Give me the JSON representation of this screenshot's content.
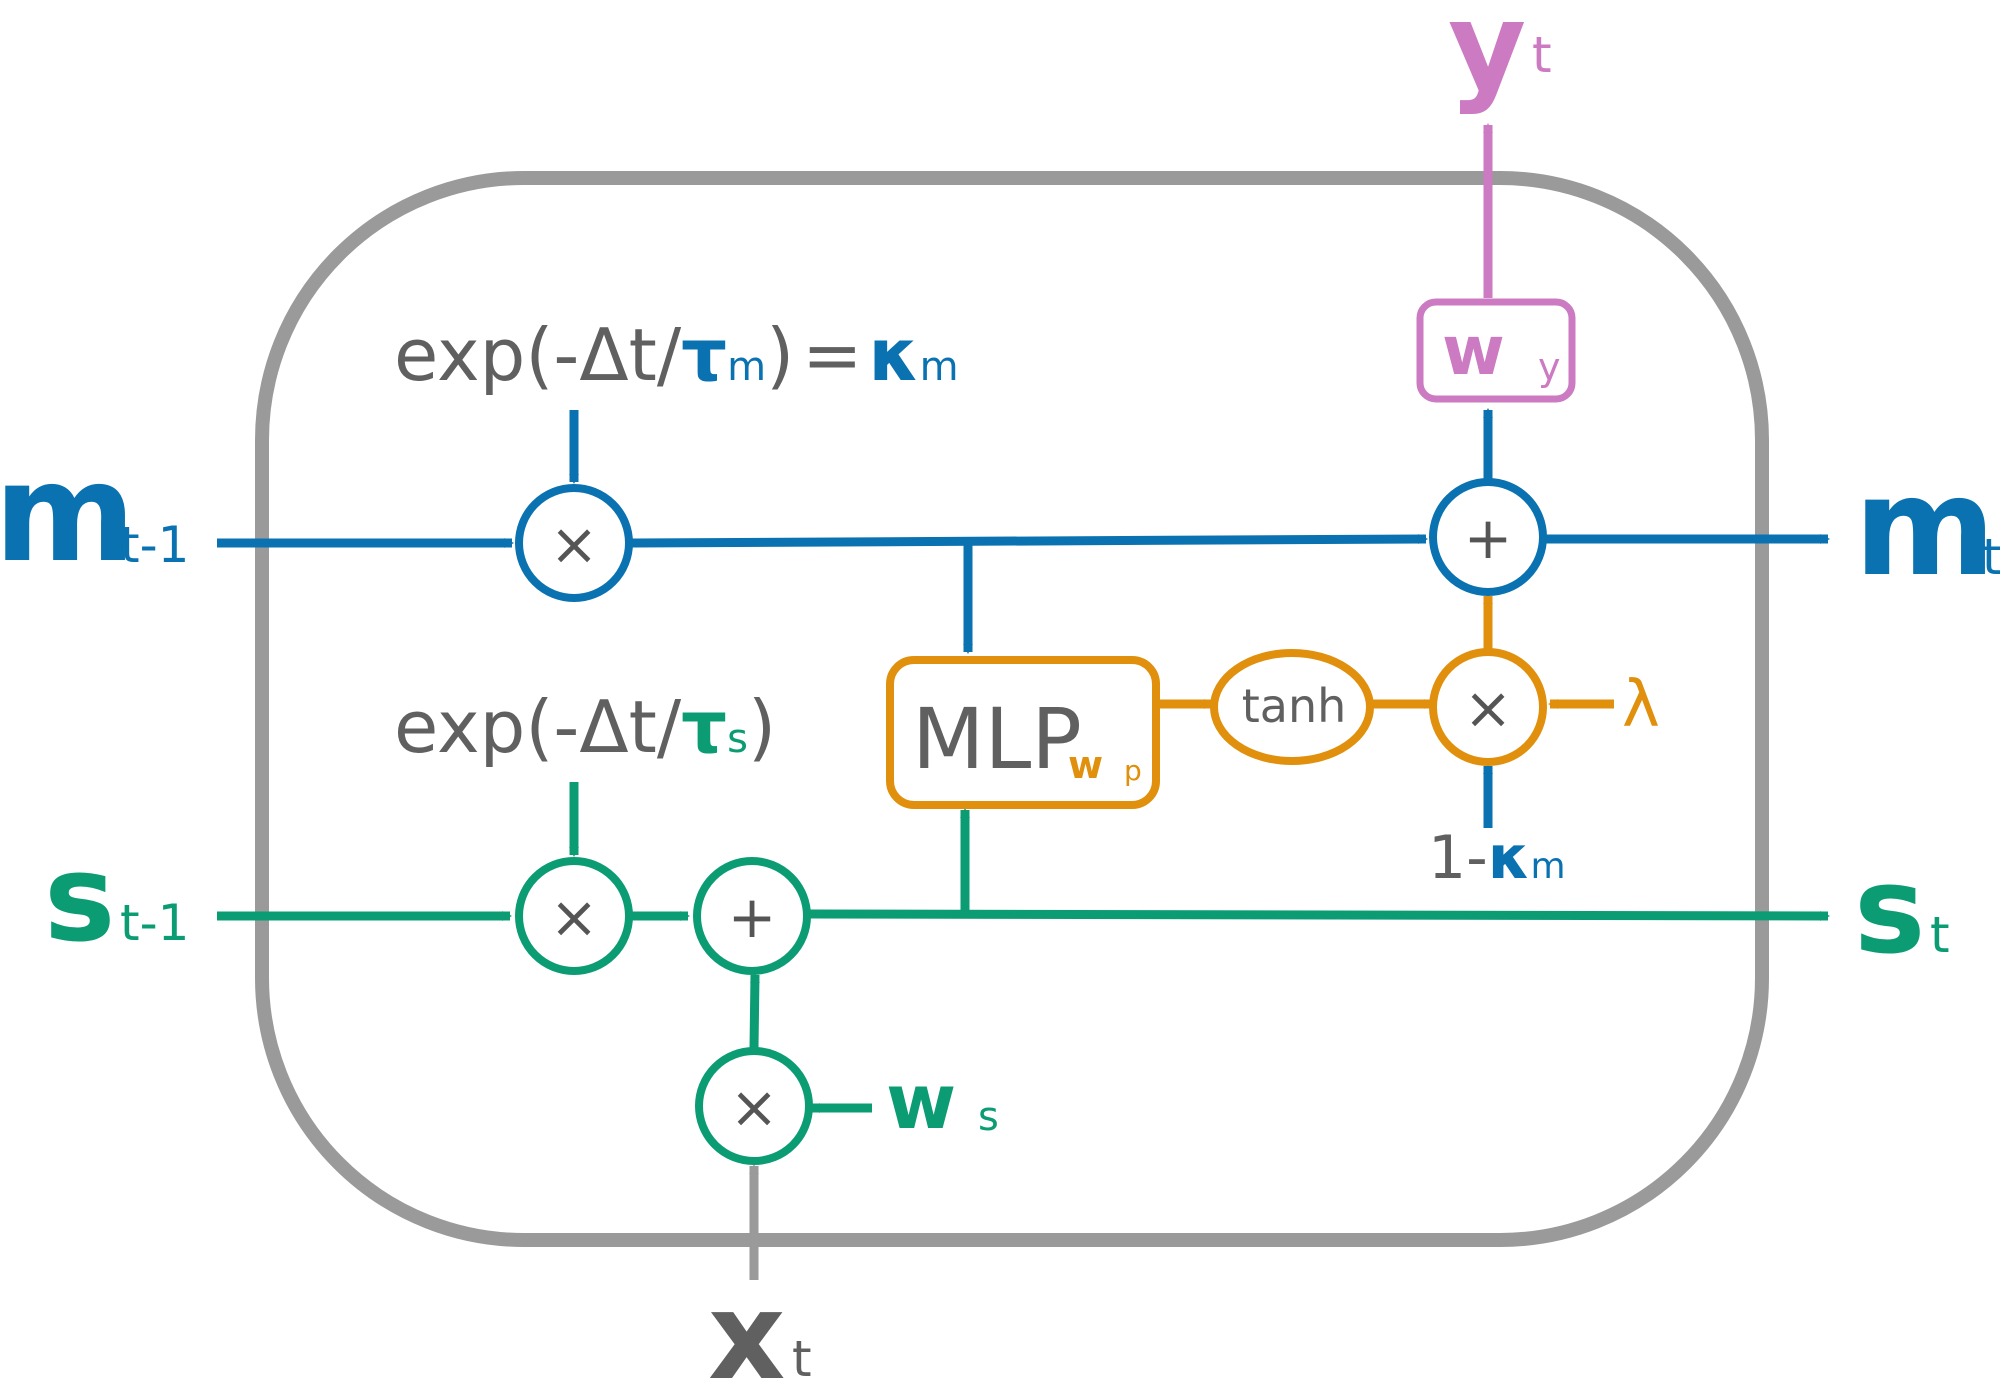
{
  "colors": {
    "blue": "#0a72b0",
    "green": "#0b9c73",
    "orange": "#e0900c",
    "pink": "#cc7ac2",
    "gray": "#9a9a9a",
    "text_gray": "#606060"
  },
  "inputs": {
    "m_prev": {
      "main": "m",
      "sub": "t-1"
    },
    "s_prev": {
      "main": "s",
      "sub": "t-1"
    },
    "x": {
      "main": "x",
      "sub": "t"
    }
  },
  "outputs": {
    "m": {
      "main": "m",
      "sub": "t"
    },
    "s": {
      "main": "s",
      "sub": "t"
    },
    "y": {
      "main": "y",
      "sub": "t"
    }
  },
  "formulas": {
    "decay_m": {
      "prefix": "exp(-Δt/",
      "tau": "τ",
      "tau_sub": "m",
      "close": ")",
      "eq": "=",
      "kappa": "κ",
      "kappa_sub": "m"
    },
    "decay_s": {
      "prefix": "exp(-Δt/",
      "tau": "τ",
      "tau_sub": "s",
      "close": ")"
    },
    "one_minus_kappa": {
      "prefix": "1-",
      "kappa": "κ",
      "sub": "m"
    }
  },
  "blocks": {
    "mlp": {
      "label": "MLP",
      "weight": "w",
      "weight_sub": "p"
    },
    "tanh": {
      "label": "tanh"
    },
    "wy": {
      "weight": "w",
      "weight_sub": "y"
    },
    "ws": {
      "weight": "w",
      "weight_sub": "s"
    },
    "lambda": {
      "label": "λ"
    }
  },
  "operators": {
    "multiply": "×",
    "add": "+"
  }
}
